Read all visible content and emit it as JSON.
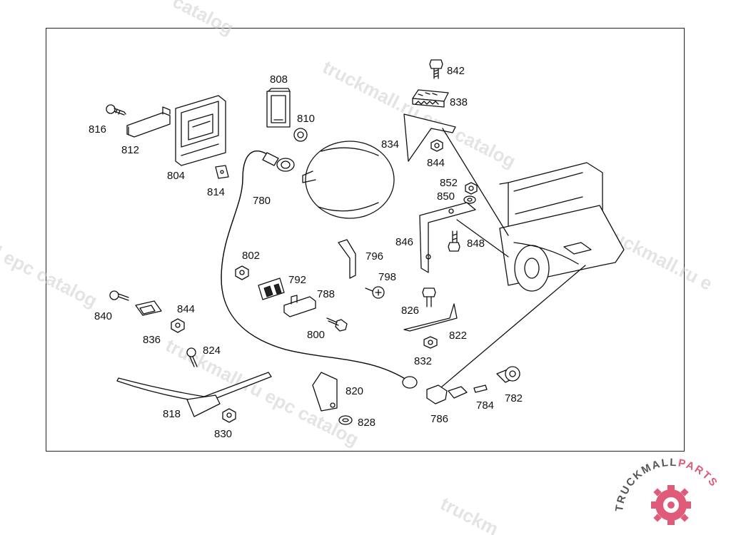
{
  "watermark": {
    "text_a": "truckmall.ru epc catalog",
    "text_b": "catalog",
    "text_c": "truckmall.ru",
    "text_d": "epc catalog",
    "text_e": "truckmall.ru e",
    "text_f": "l epc catalog",
    "text_g": "truckm"
  },
  "logo": {
    "part1": "TRUCKMALL",
    "part2": "PARTS",
    "brand_color": "#e05a7a",
    "dark_color": "#555555"
  },
  "callouts": [
    "842",
    "838",
    "808",
    "810",
    "834",
    "844",
    "816",
    "812",
    "804",
    "814",
    "780",
    "852",
    "850",
    "846",
    "848",
    "802",
    "792",
    "796",
    "798",
    "788",
    "840",
    "844",
    "826",
    "822",
    "836",
    "800",
    "832",
    "824",
    "820",
    "786",
    "784",
    "782",
    "818",
    "830",
    "828"
  ]
}
